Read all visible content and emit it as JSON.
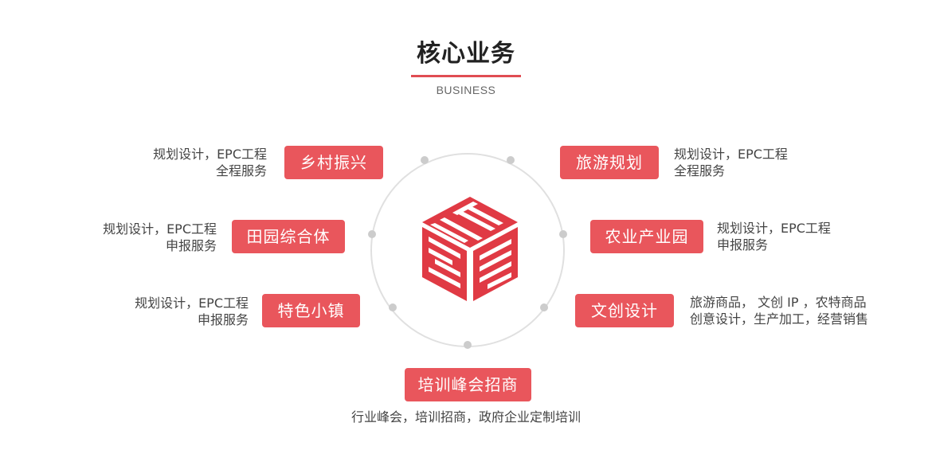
{
  "header": {
    "title": "核心业务",
    "subtitle": "BUSINESS"
  },
  "colors": {
    "accent": "#e9565c",
    "orbit": "#dddddd",
    "dot": "#cccccc"
  },
  "logo": {
    "icon": "red-striped-cube-logo-icon"
  },
  "services": {
    "rural": {
      "label": "乡村振兴",
      "desc1": "规划设计，EPC工程",
      "desc2": "全程服务"
    },
    "pastoral": {
      "label": "田园综合体",
      "desc1": "规划设计，EPC工程",
      "desc2": "申报服务"
    },
    "town": {
      "label": "特色小镇",
      "desc1": "规划设计，EPC工程",
      "desc2": "申报服务"
    },
    "tourism": {
      "label": "旅游规划",
      "desc1": "规划设计，EPC工程",
      "desc2": "全程服务"
    },
    "agri": {
      "label": "农业产业园",
      "desc1": "规划设计，EPC工程",
      "desc2": "申报服务"
    },
    "creative": {
      "label": "文创设计",
      "desc1": "旅游商品， 文创 IP ，农特商品",
      "desc2": "创意设计，生产加工，经营销售"
    },
    "training": {
      "label": "培训峰会招商",
      "desc1": "行业峰会，培训招商，政府企业定制培训"
    }
  }
}
